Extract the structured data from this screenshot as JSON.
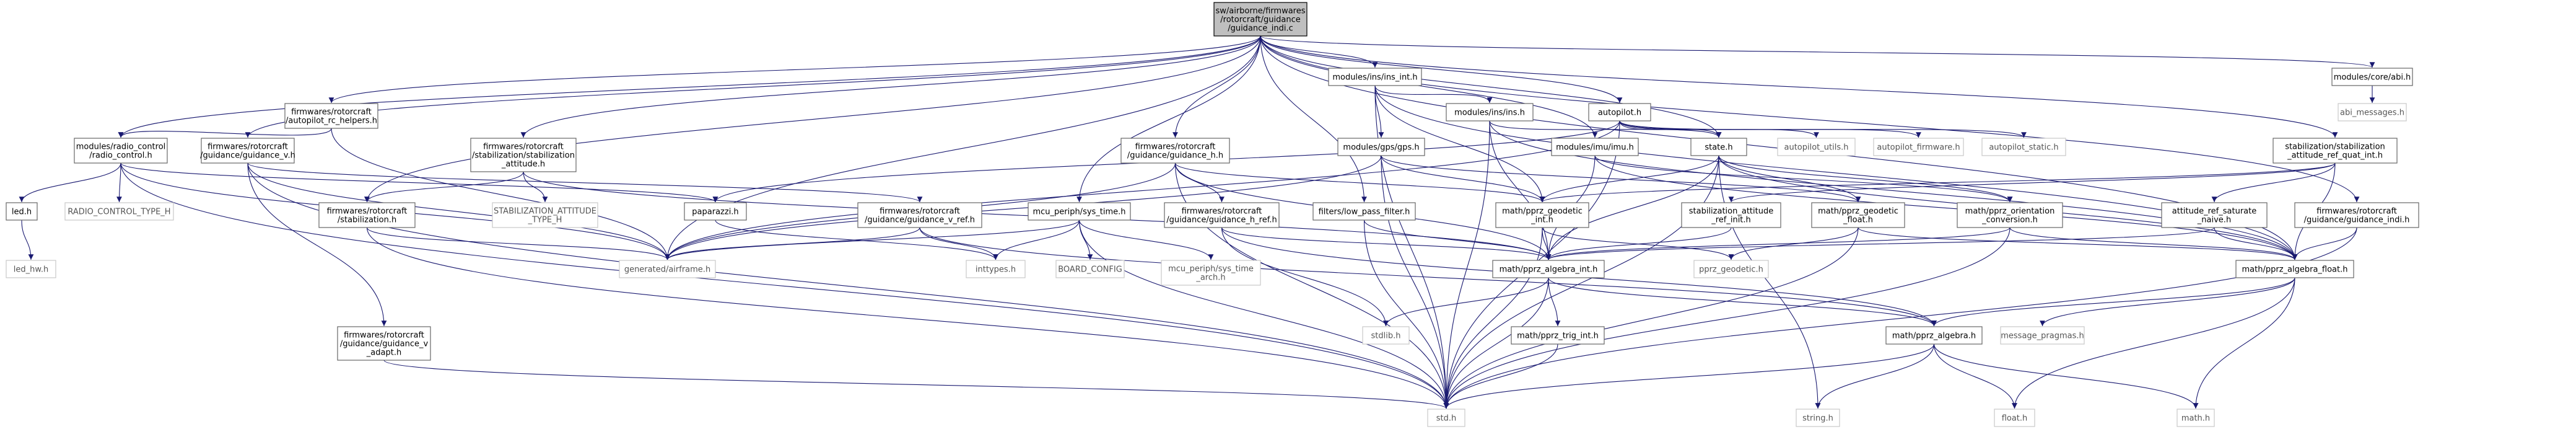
{
  "colors": {
    "edge": "#191970",
    "root_fill": "#bfbfbf",
    "node_border": "#666666",
    "gray_border": "#c8c8c8",
    "background": "#ffffff"
  },
  "nodes": [
    {
      "id": "root",
      "kind": "root",
      "lines": [
        "sw/airborne/firmwares",
        "/rotorcraft/guidance",
        "/guidance_indi.c"
      ]
    },
    {
      "id": "ins_int",
      "kind": "solid",
      "lines": [
        "modules/ins/ins_int.h"
      ]
    },
    {
      "id": "abi",
      "kind": "solid",
      "lines": [
        "modules/core/abi.h"
      ]
    },
    {
      "id": "abi_messages",
      "kind": "gray",
      "lines": [
        "abi_messages.h"
      ]
    },
    {
      "id": "rc_helpers",
      "kind": "solid",
      "lines": [
        "firmwares/rotorcraft",
        "/autopilot_rc_helpers.h"
      ]
    },
    {
      "id": "ins",
      "kind": "solid",
      "lines": [
        "modules/ins/ins.h"
      ]
    },
    {
      "id": "autopilot",
      "kind": "solid",
      "lines": [
        "autopilot.h"
      ]
    },
    {
      "id": "radio_control",
      "kind": "solid",
      "lines": [
        "modules/radio_control",
        "/radio_control.h"
      ]
    },
    {
      "id": "guidance_v",
      "kind": "solid",
      "lines": [
        "firmwares/rotorcraft",
        "/guidance/guidance_v.h"
      ]
    },
    {
      "id": "stab_attitude",
      "kind": "solid",
      "lines": [
        "firmwares/rotorcraft",
        "/stabilization/stabilization",
        "_attitude.h"
      ]
    },
    {
      "id": "guidance_h",
      "kind": "solid",
      "lines": [
        "firmwares/rotorcraft",
        "/guidance/guidance_h.h"
      ]
    },
    {
      "id": "gps",
      "kind": "solid",
      "lines": [
        "modules/gps/gps.h"
      ]
    },
    {
      "id": "imu",
      "kind": "solid",
      "lines": [
        "modules/imu/imu.h"
      ]
    },
    {
      "id": "state",
      "kind": "solid",
      "lines": [
        "state.h"
      ]
    },
    {
      "id": "autopilot_utils",
      "kind": "gray",
      "lines": [
        "autopilot_utils.h"
      ]
    },
    {
      "id": "autopilot_firmware",
      "kind": "gray",
      "lines": [
        "autopilot_firmware.h"
      ]
    },
    {
      "id": "autopilot_static",
      "kind": "gray",
      "lines": [
        "autopilot_static.h"
      ]
    },
    {
      "id": "stab_ref_quat",
      "kind": "solid",
      "lines": [
        "stabilization/stabilization",
        "_attitude_ref_quat_int.h"
      ]
    },
    {
      "id": "led",
      "kind": "solid",
      "lines": [
        "led.h"
      ]
    },
    {
      "id": "rc_type",
      "kind": "gray",
      "lines": [
        "RADIO_CONTROL_TYPE_H"
      ]
    },
    {
      "id": "stabilization",
      "kind": "solid",
      "lines": [
        "firmwares/rotorcraft",
        "/stabilization.h"
      ]
    },
    {
      "id": "stab_type",
      "kind": "gray",
      "lines": [
        "STABILIZATION_ATTITUDE",
        "_TYPE_H"
      ]
    },
    {
      "id": "paparazzi",
      "kind": "solid",
      "lines": [
        "paparazzi.h"
      ]
    },
    {
      "id": "guidance_v_ref",
      "kind": "solid",
      "lines": [
        "firmwares/rotorcraft",
        "/guidance/guidance_v_ref.h"
      ]
    },
    {
      "id": "sys_time",
      "kind": "solid",
      "lines": [
        "mcu_periph/sys_time.h"
      ]
    },
    {
      "id": "guidance_h_ref",
      "kind": "solid",
      "lines": [
        "firmwares/rotorcraft",
        "/guidance/guidance_h_ref.h"
      ]
    },
    {
      "id": "low_pass",
      "kind": "solid",
      "lines": [
        "filters/low_pass_filter.h"
      ]
    },
    {
      "id": "geodetic_int",
      "kind": "solid",
      "lines": [
        "math/pprz_geodetic",
        "_int.h"
      ]
    },
    {
      "id": "stab_ref_init",
      "kind": "solid",
      "lines": [
        "stabilization_attitude",
        "_ref_init.h"
      ]
    },
    {
      "id": "geodetic_float",
      "kind": "solid",
      "lines": [
        "math/pprz_geodetic",
        "_float.h"
      ]
    },
    {
      "id": "orientation",
      "kind": "solid",
      "lines": [
        "math/pprz_orientation",
        "_conversion.h"
      ]
    },
    {
      "id": "ref_saturate",
      "kind": "solid",
      "lines": [
        "attitude_ref_saturate",
        "_naive.h"
      ]
    },
    {
      "id": "guidance_indi",
      "kind": "solid",
      "lines": [
        "firmwares/rotorcraft",
        "/guidance/guidance_indi.h"
      ]
    },
    {
      "id": "led_hw",
      "kind": "gray",
      "lines": [
        "led_hw.h"
      ]
    },
    {
      "id": "airframe",
      "kind": "gray",
      "lines": [
        "generated/airframe.h"
      ]
    },
    {
      "id": "inttypes",
      "kind": "gray",
      "lines": [
        "inttypes.h"
      ]
    },
    {
      "id": "board_config",
      "kind": "gray",
      "lines": [
        "BOARD_CONFIG"
      ]
    },
    {
      "id": "sys_time_arch",
      "kind": "gray",
      "lines": [
        "mcu_periph/sys_time",
        "_arch.h"
      ]
    },
    {
      "id": "algebra_int",
      "kind": "solid",
      "lines": [
        "math/pprz_algebra_int.h"
      ]
    },
    {
      "id": "geodetic",
      "kind": "gray",
      "lines": [
        "pprz_geodetic.h"
      ]
    },
    {
      "id": "algebra_float",
      "kind": "solid",
      "lines": [
        "math/pprz_algebra_float.h"
      ]
    },
    {
      "id": "v_adapt",
      "kind": "solid",
      "lines": [
        "firmwares/rotorcraft",
        "/guidance/guidance_v",
        "_adapt.h"
      ]
    },
    {
      "id": "stdlib",
      "kind": "gray",
      "lines": [
        "stdlib.h"
      ]
    },
    {
      "id": "trig_int",
      "kind": "solid",
      "lines": [
        "math/pprz_trig_int.h"
      ]
    },
    {
      "id": "algebra",
      "kind": "solid",
      "lines": [
        "math/pprz_algebra.h"
      ]
    },
    {
      "id": "message_pragmas",
      "kind": "gray",
      "lines": [
        "message_pragmas.h"
      ]
    },
    {
      "id": "std",
      "kind": "gray",
      "lines": [
        "std.h"
      ]
    },
    {
      "id": "string",
      "kind": "gray",
      "lines": [
        "string.h"
      ]
    },
    {
      "id": "float",
      "kind": "gray",
      "lines": [
        "float.h"
      ]
    },
    {
      "id": "math",
      "kind": "gray",
      "lines": [
        "math.h"
      ]
    }
  ],
  "edges": [
    [
      "root",
      "ins_int"
    ],
    [
      "root",
      "abi"
    ],
    [
      "root",
      "rc_helpers"
    ],
    [
      "root",
      "radio_control"
    ],
    [
      "root",
      "guidance_v"
    ],
    [
      "root",
      "stab_attitude"
    ],
    [
      "root",
      "guidance_h"
    ],
    [
      "root",
      "autopilot"
    ],
    [
      "root",
      "state"
    ],
    [
      "root",
      "stab_ref_quat"
    ],
    [
      "root",
      "guidance_indi"
    ],
    [
      "root",
      "stabilization"
    ],
    [
      "root",
      "airframe"
    ],
    [
      "root",
      "sys_time"
    ],
    [
      "root",
      "low_pass"
    ],
    [
      "root",
      "imu"
    ],
    [
      "root",
      "algebra_float"
    ],
    [
      "abi",
      "abi_messages"
    ],
    [
      "ins_int",
      "ins"
    ],
    [
      "ins_int",
      "gps"
    ],
    [
      "ins_int",
      "geodetic_int"
    ],
    [
      "ins_int",
      "algebra_float"
    ],
    [
      "ins_int",
      "std"
    ],
    [
      "ins",
      "state"
    ],
    [
      "ins",
      "algebra_int"
    ],
    [
      "ins",
      "std"
    ],
    [
      "ins",
      "algebra_float"
    ],
    [
      "rc_helpers",
      "radio_control"
    ],
    [
      "rc_helpers",
      "airframe"
    ],
    [
      "autopilot",
      "state"
    ],
    [
      "autopilot",
      "autopilot_utils"
    ],
    [
      "autopilot",
      "autopilot_firmware"
    ],
    [
      "autopilot",
      "autopilot_static"
    ],
    [
      "autopilot",
      "paparazzi"
    ],
    [
      "autopilot",
      "airframe"
    ],
    [
      "autopilot",
      "std"
    ],
    [
      "radio_control",
      "led"
    ],
    [
      "radio_control",
      "rc_type"
    ],
    [
      "radio_control",
      "paparazzi"
    ],
    [
      "radio_control",
      "airframe"
    ],
    [
      "radio_control",
      "std"
    ],
    [
      "led",
      "led_hw"
    ],
    [
      "guidance_v",
      "guidance_v_ref"
    ],
    [
      "guidance_v",
      "v_adapt"
    ],
    [
      "guidance_v",
      "std"
    ],
    [
      "guidance_v",
      "airframe"
    ],
    [
      "stab_attitude",
      "stabilization"
    ],
    [
      "stab_attitude",
      "stab_type"
    ],
    [
      "stab_attitude",
      "algebra_int"
    ],
    [
      "stabilization",
      "airframe"
    ],
    [
      "stabilization",
      "std"
    ],
    [
      "guidance_h",
      "guidance_h_ref"
    ],
    [
      "guidance_h",
      "geodetic_int"
    ],
    [
      "guidance_h",
      "algebra_int"
    ],
    [
      "guidance_h",
      "airframe"
    ],
    [
      "guidance_h",
      "std"
    ],
    [
      "gps",
      "geodetic_int"
    ],
    [
      "gps",
      "geodetic_float"
    ],
    [
      "gps",
      "std"
    ],
    [
      "gps",
      "airframe"
    ],
    [
      "imu",
      "algebra_int"
    ],
    [
      "imu",
      "algebra_float"
    ],
    [
      "imu",
      "orientation"
    ],
    [
      "state",
      "geodetic_int"
    ],
    [
      "state",
      "geodetic_float"
    ],
    [
      "state",
      "orientation"
    ],
    [
      "state",
      "algebra_int"
    ],
    [
      "state",
      "algebra_float"
    ],
    [
      "state",
      "std"
    ],
    [
      "state",
      "string"
    ],
    [
      "stab_ref_quat",
      "stab_ref_init"
    ],
    [
      "stab_ref_quat",
      "ref_saturate"
    ],
    [
      "stab_ref_quat",
      "algebra_float"
    ],
    [
      "stab_ref_quat",
      "geodetic_int"
    ],
    [
      "stab_ref_init",
      "algebra_int"
    ],
    [
      "ref_saturate",
      "algebra_int"
    ],
    [
      "ref_saturate",
      "algebra_float"
    ],
    [
      "guidance_indi",
      "algebra_float"
    ],
    [
      "guidance_indi",
      "std"
    ],
    [
      "paparazzi",
      "inttypes"
    ],
    [
      "guidance_v_ref",
      "airframe"
    ],
    [
      "guidance_v_ref",
      "inttypes"
    ],
    [
      "guidance_v_ref",
      "algebra"
    ],
    [
      "sys_time",
      "inttypes"
    ],
    [
      "sys_time",
      "board_config"
    ],
    [
      "sys_time",
      "sys_time_arch"
    ],
    [
      "sys_time",
      "std"
    ],
    [
      "sys_time",
      "airframe"
    ],
    [
      "guidance_h_ref",
      "algebra_int"
    ],
    [
      "guidance_h_ref",
      "algebra"
    ],
    [
      "guidance_h_ref",
      "stdlib"
    ],
    [
      "low_pass",
      "algebra_int"
    ],
    [
      "low_pass",
      "std"
    ],
    [
      "geodetic_int",
      "algebra_int"
    ],
    [
      "geodetic_int",
      "geodetic"
    ],
    [
      "geodetic_int",
      "std"
    ],
    [
      "geodetic_float",
      "geodetic"
    ],
    [
      "geodetic_float",
      "algebra_float"
    ],
    [
      "geodetic_float",
      "std"
    ],
    [
      "orientation",
      "algebra_int"
    ],
    [
      "orientation",
      "algebra_float"
    ],
    [
      "orientation",
      "std"
    ],
    [
      "algebra_int",
      "stdlib"
    ],
    [
      "algebra_int",
      "trig_int"
    ],
    [
      "algebra_int",
      "algebra"
    ],
    [
      "algebra_int",
      "std"
    ],
    [
      "trig_int",
      "std"
    ],
    [
      "algebra_float",
      "algebra"
    ],
    [
      "algebra_float",
      "message_pragmas"
    ],
    [
      "algebra_float",
      "float"
    ],
    [
      "algebra_float",
      "math"
    ],
    [
      "algebra",
      "std"
    ],
    [
      "algebra",
      "string"
    ],
    [
      "algebra",
      "float"
    ],
    [
      "algebra",
      "math"
    ],
    [
      "v_adapt",
      "std"
    ]
  ]
}
